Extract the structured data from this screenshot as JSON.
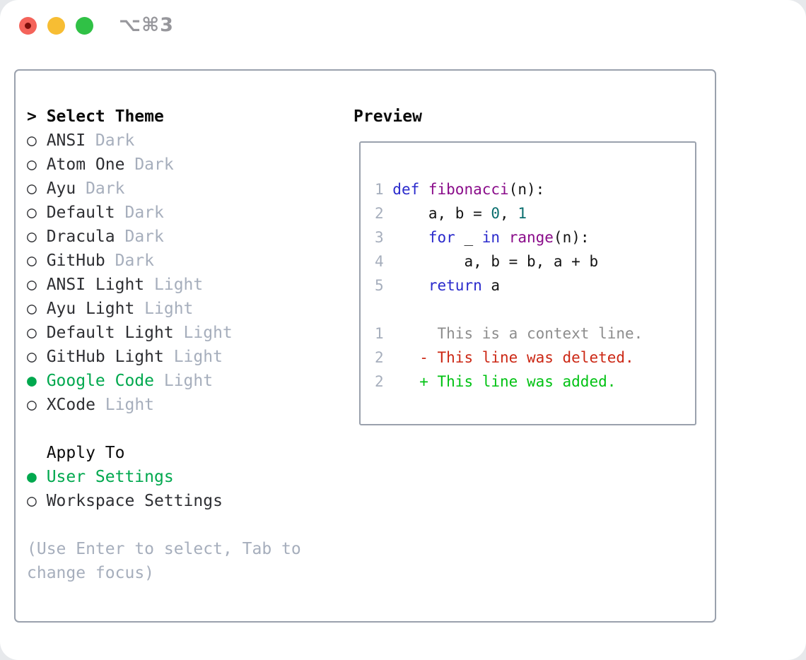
{
  "window": {
    "shortcut": "⌥⌘3"
  },
  "colors": {
    "accent": "#00a84e",
    "text": "#2e2f33",
    "muted": "#a6aebc",
    "border": "#9aa1ad",
    "plain": "#141414",
    "kw": "#2a2acc",
    "fn": "#8a0c8a",
    "lit": "#0a6e6e",
    "ln": "#a6aebc",
    "ctx": "#8d8d8d",
    "del": "#cc2815",
    "add": "#00c213",
    "trafficRed": "#f4635a",
    "trafficRedDot": "#7c0f0a",
    "trafficYellow": "#f7bd33",
    "trafficGreen": "#30c146",
    "titlebarText": "#97979c"
  },
  "theme_list": {
    "prompt": ">",
    "title": "Select Theme",
    "items": [
      {
        "bullet": "○",
        "name": "ANSI",
        "variant": "Dark",
        "selected": false
      },
      {
        "bullet": "○",
        "name": "Atom One",
        "variant": "Dark",
        "selected": false
      },
      {
        "bullet": "○",
        "name": "Ayu",
        "variant": "Dark",
        "selected": false
      },
      {
        "bullet": "○",
        "name": "Default",
        "variant": "Dark",
        "selected": false
      },
      {
        "bullet": "○",
        "name": "Dracula",
        "variant": "Dark",
        "selected": false
      },
      {
        "bullet": "○",
        "name": "GitHub",
        "variant": "Dark",
        "selected": false
      },
      {
        "bullet": "○",
        "name": "ANSI Light",
        "variant": "Light",
        "selected": false
      },
      {
        "bullet": "○",
        "name": "Ayu Light",
        "variant": "Light",
        "selected": false
      },
      {
        "bullet": "○",
        "name": "Default Light",
        "variant": "Light",
        "selected": false
      },
      {
        "bullet": "○",
        "name": "GitHub Light",
        "variant": "Light",
        "selected": false
      },
      {
        "bullet": "●",
        "name": "Google Code",
        "variant": "Light",
        "selected": true
      },
      {
        "bullet": "○",
        "name": "XCode",
        "variant": "Light",
        "selected": false
      }
    ]
  },
  "apply_to": {
    "title": "Apply To",
    "options": [
      {
        "bullet": "●",
        "name": "User Settings",
        "selected": true
      },
      {
        "bullet": "○",
        "name": "Workspace Settings",
        "selected": false
      }
    ]
  },
  "help": {
    "line1": "(Use Enter to select, Tab to",
    "line2": "change focus)"
  },
  "preview": {
    "title": "Preview",
    "code_lines": [
      {
        "tokens": [
          {
            "t": "1 ",
            "c": "ln"
          },
          {
            "t": "def ",
            "c": "kw"
          },
          {
            "t": "fibonacci",
            "c": "fn"
          },
          {
            "t": "(n):",
            "c": "plain"
          }
        ]
      },
      {
        "tokens": [
          {
            "t": "2 ",
            "c": "ln"
          },
          {
            "t": "    a, b = ",
            "c": "plain"
          },
          {
            "t": "0",
            "c": "lit"
          },
          {
            "t": ", ",
            "c": "plain"
          },
          {
            "t": "1",
            "c": "lit"
          }
        ]
      },
      {
        "tokens": [
          {
            "t": "3 ",
            "c": "ln"
          },
          {
            "t": "    ",
            "c": "plain"
          },
          {
            "t": "for",
            "c": "kw"
          },
          {
            "t": " _ ",
            "c": "plain"
          },
          {
            "t": "in",
            "c": "kw"
          },
          {
            "t": " ",
            "c": "plain"
          },
          {
            "t": "range",
            "c": "fn"
          },
          {
            "t": "(n):",
            "c": "plain"
          }
        ]
      },
      {
        "tokens": [
          {
            "t": "4 ",
            "c": "ln"
          },
          {
            "t": "        a, b = b, a + b",
            "c": "plain"
          }
        ]
      },
      {
        "tokens": [
          {
            "t": "5 ",
            "c": "ln"
          },
          {
            "t": "    ",
            "c": "plain"
          },
          {
            "t": "return",
            "c": "kw"
          },
          {
            "t": " a",
            "c": "plain"
          }
        ]
      }
    ],
    "diff_lines": [
      {
        "tokens": [
          {
            "t": "1 ",
            "c": "ln"
          },
          {
            "t": "     This is a context line.",
            "c": "ctx"
          }
        ]
      },
      {
        "tokens": [
          {
            "t": "2 ",
            "c": "ln"
          },
          {
            "t": "   - This line was deleted.",
            "c": "del"
          }
        ]
      },
      {
        "tokens": [
          {
            "t": "2 ",
            "c": "ln"
          },
          {
            "t": "   + This line was added.",
            "c": "add"
          }
        ]
      }
    ]
  }
}
